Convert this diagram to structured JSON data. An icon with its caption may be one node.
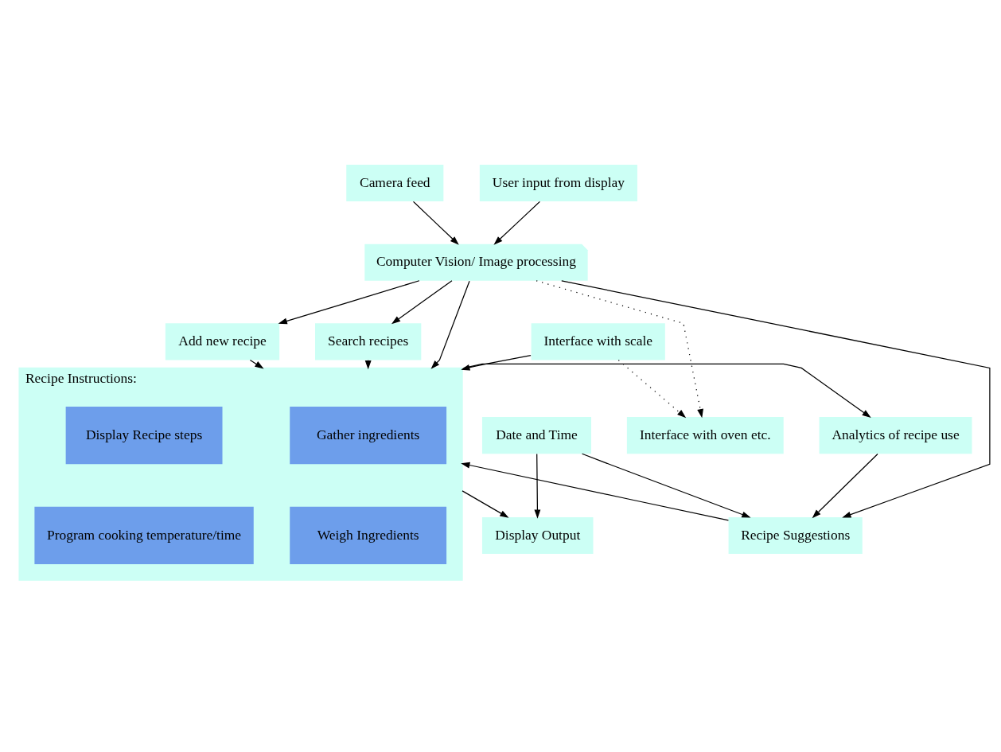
{
  "diagram": {
    "nodes": [
      {
        "text": [
          "Camera feed"
        ]
      },
      {
        "text": [
          "User input from display"
        ]
      },
      {
        "text": [
          "Computer Vision/ Image processing"
        ]
      },
      {
        "text": [
          "Recipe Suggestions"
        ]
      },
      {
        "text": [
          "Add new recipe"
        ]
      },
      {
        "text": [
          "Search recipes"
        ]
      },
      {
        "text": [
          "Date and Time"
        ]
      },
      {
        "text": [
          "Analytics of recipe use"
        ]
      },
      {
        "text": [
          "Interface with scale"
        ]
      },
      {
        "text": [
          "Recipe Instructions:"
        ]
      },
      {
        "text": [
          "Gather ingredients"
        ],
        "in": 9
      },
      {
        "text": [
          "Display Recipe steps"
        ],
        "in": 9
      },
      {
        "text": [
          "Weigh Ingredients"
        ],
        "in": 9
      },
      {
        "text": [
          "Program cooking temperature/time"
        ],
        "in": 9
      },
      {
        "text": [
          "Interface with oven etc."
        ]
      },
      {
        "text": [
          "Display Output"
        ]
      }
    ],
    "edges": [
      {
        "from": 0,
        "to": 2,
        "arrow": "to"
      },
      {
        "from": 1,
        "to": 2,
        "arrow": "to"
      },
      {
        "from": 2,
        "to": 3,
        "arrow": "to"
      },
      {
        "from": 2,
        "to": 4,
        "arrow": "to"
      },
      {
        "from": 2,
        "to": 5,
        "arrow": "to"
      },
      {
        "from": 2,
        "to": 9,
        "arrow": "to"
      },
      {
        "from": 8,
        "to": 9,
        "arrow": "to"
      },
      {
        "from": 2,
        "to": 14,
        "arrow": "to",
        "style": "dashed"
      },
      {
        "from": 8,
        "to": 14,
        "arrow": "to",
        "style": "dashed"
      },
      {
        "from": 3,
        "to": 9,
        "arrow": "to"
      },
      {
        "from": 4,
        "to": 9,
        "arrow": "to"
      },
      {
        "from": 5,
        "to": 9,
        "arrow": "to"
      },
      {
        "from": 6,
        "to": 3,
        "arrow": "to"
      },
      {
        "from": 7,
        "to": 3,
        "arrow": "to"
      },
      {
        "from": 6,
        "to": 15,
        "arrow": "to"
      },
      {
        "from": 9,
        "to": 15,
        "arrow": "to"
      },
      {
        "from": 9,
        "to": 7,
        "arrow": "to"
      }
    ]
  }
}
